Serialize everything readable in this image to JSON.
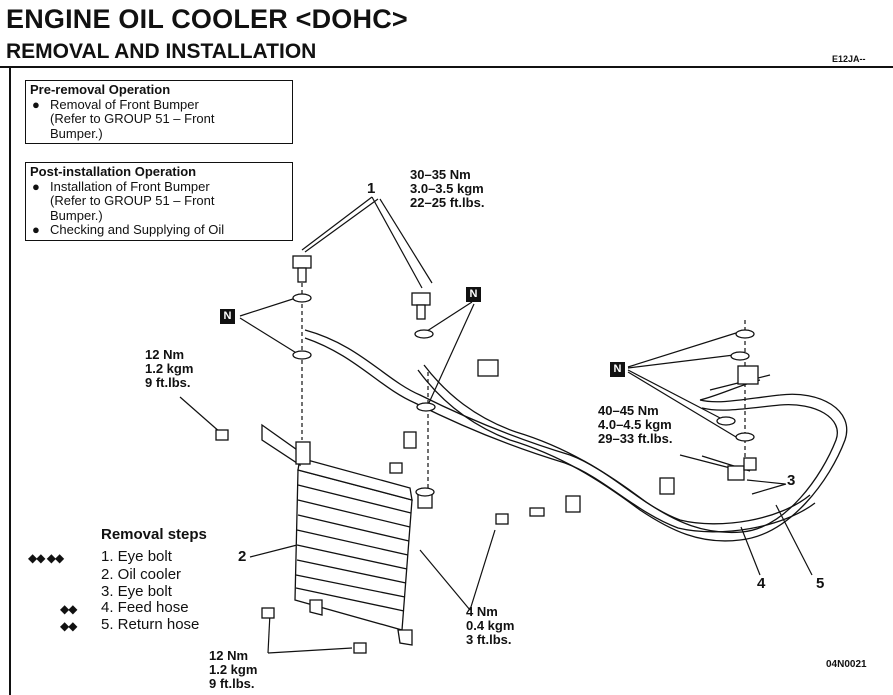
{
  "header": {
    "title": "ENGINE OIL COOLER <DOHC>",
    "subtitle": "REMOVAL AND INSTALLATION",
    "code": "E12JA--"
  },
  "pre_removal": {
    "heading": "Pre-removal Operation",
    "items": [
      {
        "bullet": "●",
        "line1": "Removal of Front Bumper",
        "line2": "(Refer to GROUP 51 – Front",
        "line3": "Bumper.)"
      }
    ]
  },
  "post_installation": {
    "heading": "Post-installation Operation",
    "items": [
      {
        "bullet": "●",
        "line1": "Installation of Front Bumper",
        "line2": "(Refer to GROUP 51 – Front",
        "line3": "Bumper.)"
      },
      {
        "bullet": "●",
        "line1": "Checking and Supplying of Oil"
      }
    ]
  },
  "torques": {
    "t1": {
      "nm": "30–35 Nm",
      "kgm": "3.0–3.5 kgm",
      "ftlbs": "22–25 ft.lbs."
    },
    "t2": {
      "nm": "12 Nm",
      "kgm": "1.2 kgm",
      "ftlbs": "9 ft.lbs."
    },
    "t3": {
      "nm": "40–45 Nm",
      "kgm": "4.0–4.5 kgm",
      "ftlbs": "29–33 ft.lbs."
    },
    "t4": {
      "nm": "4 Nm",
      "kgm": "0.4 kgm",
      "ftlbs": "3 ft.lbs."
    },
    "t5": {
      "nm": "12 Nm",
      "kgm": "1.2 kgm",
      "ftlbs": "9 ft.lbs."
    }
  },
  "callouts": {
    "c1": "1",
    "c2": "2",
    "c3": "3",
    "c4": "4",
    "c5": "5",
    "n": "N"
  },
  "removal_steps": {
    "title": "Removal steps",
    "steps": [
      {
        "marks": "◆◆ ◆◆",
        "text": "1. Eye bolt"
      },
      {
        "marks": "",
        "text": "2. Oil cooler"
      },
      {
        "marks": "",
        "text": "3. Eye bolt"
      },
      {
        "marks": "◆◆",
        "text": "4. Feed hose"
      },
      {
        "marks": "◆◆",
        "text": "5. Return hose"
      }
    ]
  },
  "figure_code": "04N0021"
}
